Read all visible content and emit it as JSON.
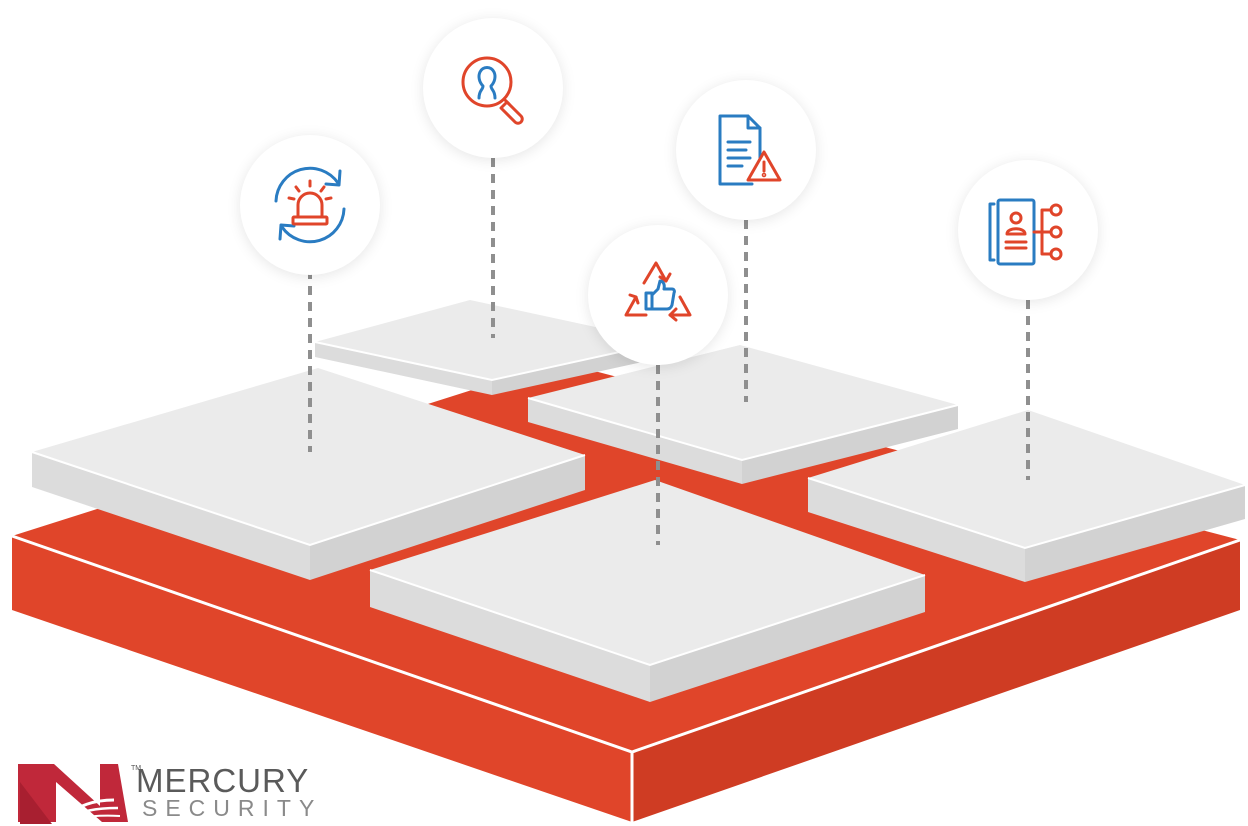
{
  "brand": {
    "name_line1": "MERCURY",
    "name_line2": "SECURITY",
    "trademark": "TM"
  },
  "colors": {
    "base_red": "#e0452a",
    "base_red_dark": "#c83a22",
    "slab_top": "#ebebeb",
    "slab_side": "#dedede",
    "connector": "#8f8f8f",
    "icon_red": "#e0452a",
    "icon_blue": "#2a7cc2"
  },
  "icons": [
    {
      "key": "alarm",
      "name": "alarm-refresh-icon"
    },
    {
      "key": "search",
      "name": "person-search-icon"
    },
    {
      "key": "doc",
      "name": "document-warning-icon"
    },
    {
      "key": "recycle",
      "name": "recycle-thumbs-up-icon"
    },
    {
      "key": "org",
      "name": "id-card-hierarchy-icon"
    }
  ]
}
